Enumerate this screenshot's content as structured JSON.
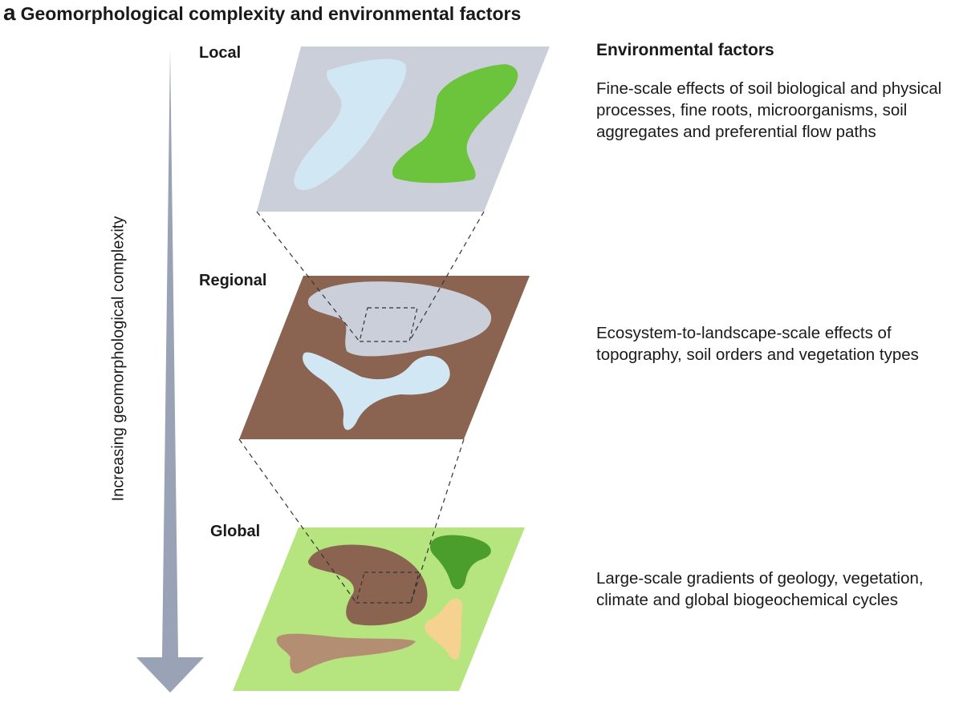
{
  "panel": {
    "letter": "a",
    "title": "Geomorphological complexity and environmental factors"
  },
  "axis": {
    "label": "Increasing geomorphological complexity"
  },
  "levels": {
    "local": "Local",
    "regional": "Regional",
    "global": "Global"
  },
  "factors": {
    "heading": "Environmental factors",
    "local": "Fine-scale effects of soil biological and physical processes, fine roots, microorganisms, soil aggregates and preferential flow paths",
    "regional": "Ecosystem-to-landscape-scale effects of topography, soil orders and vegetation types",
    "global": "Large-scale gradients of geology, vegetation, climate and global biogeochemical cycles"
  },
  "colors": {
    "arrow": "#9aa2b5",
    "local_plane": "#cbcfda",
    "regional_plane": "#8b6451",
    "global_plane": "#b6e47e",
    "light_blue": "#d2e7f4",
    "bright_green": "#6cc33c",
    "light_gray_patch": "#cbcfda",
    "brown_patch": "#8b6451",
    "dark_green": "#4c9e2c",
    "tan": "#b48e72",
    "peach": "#f6d290"
  }
}
